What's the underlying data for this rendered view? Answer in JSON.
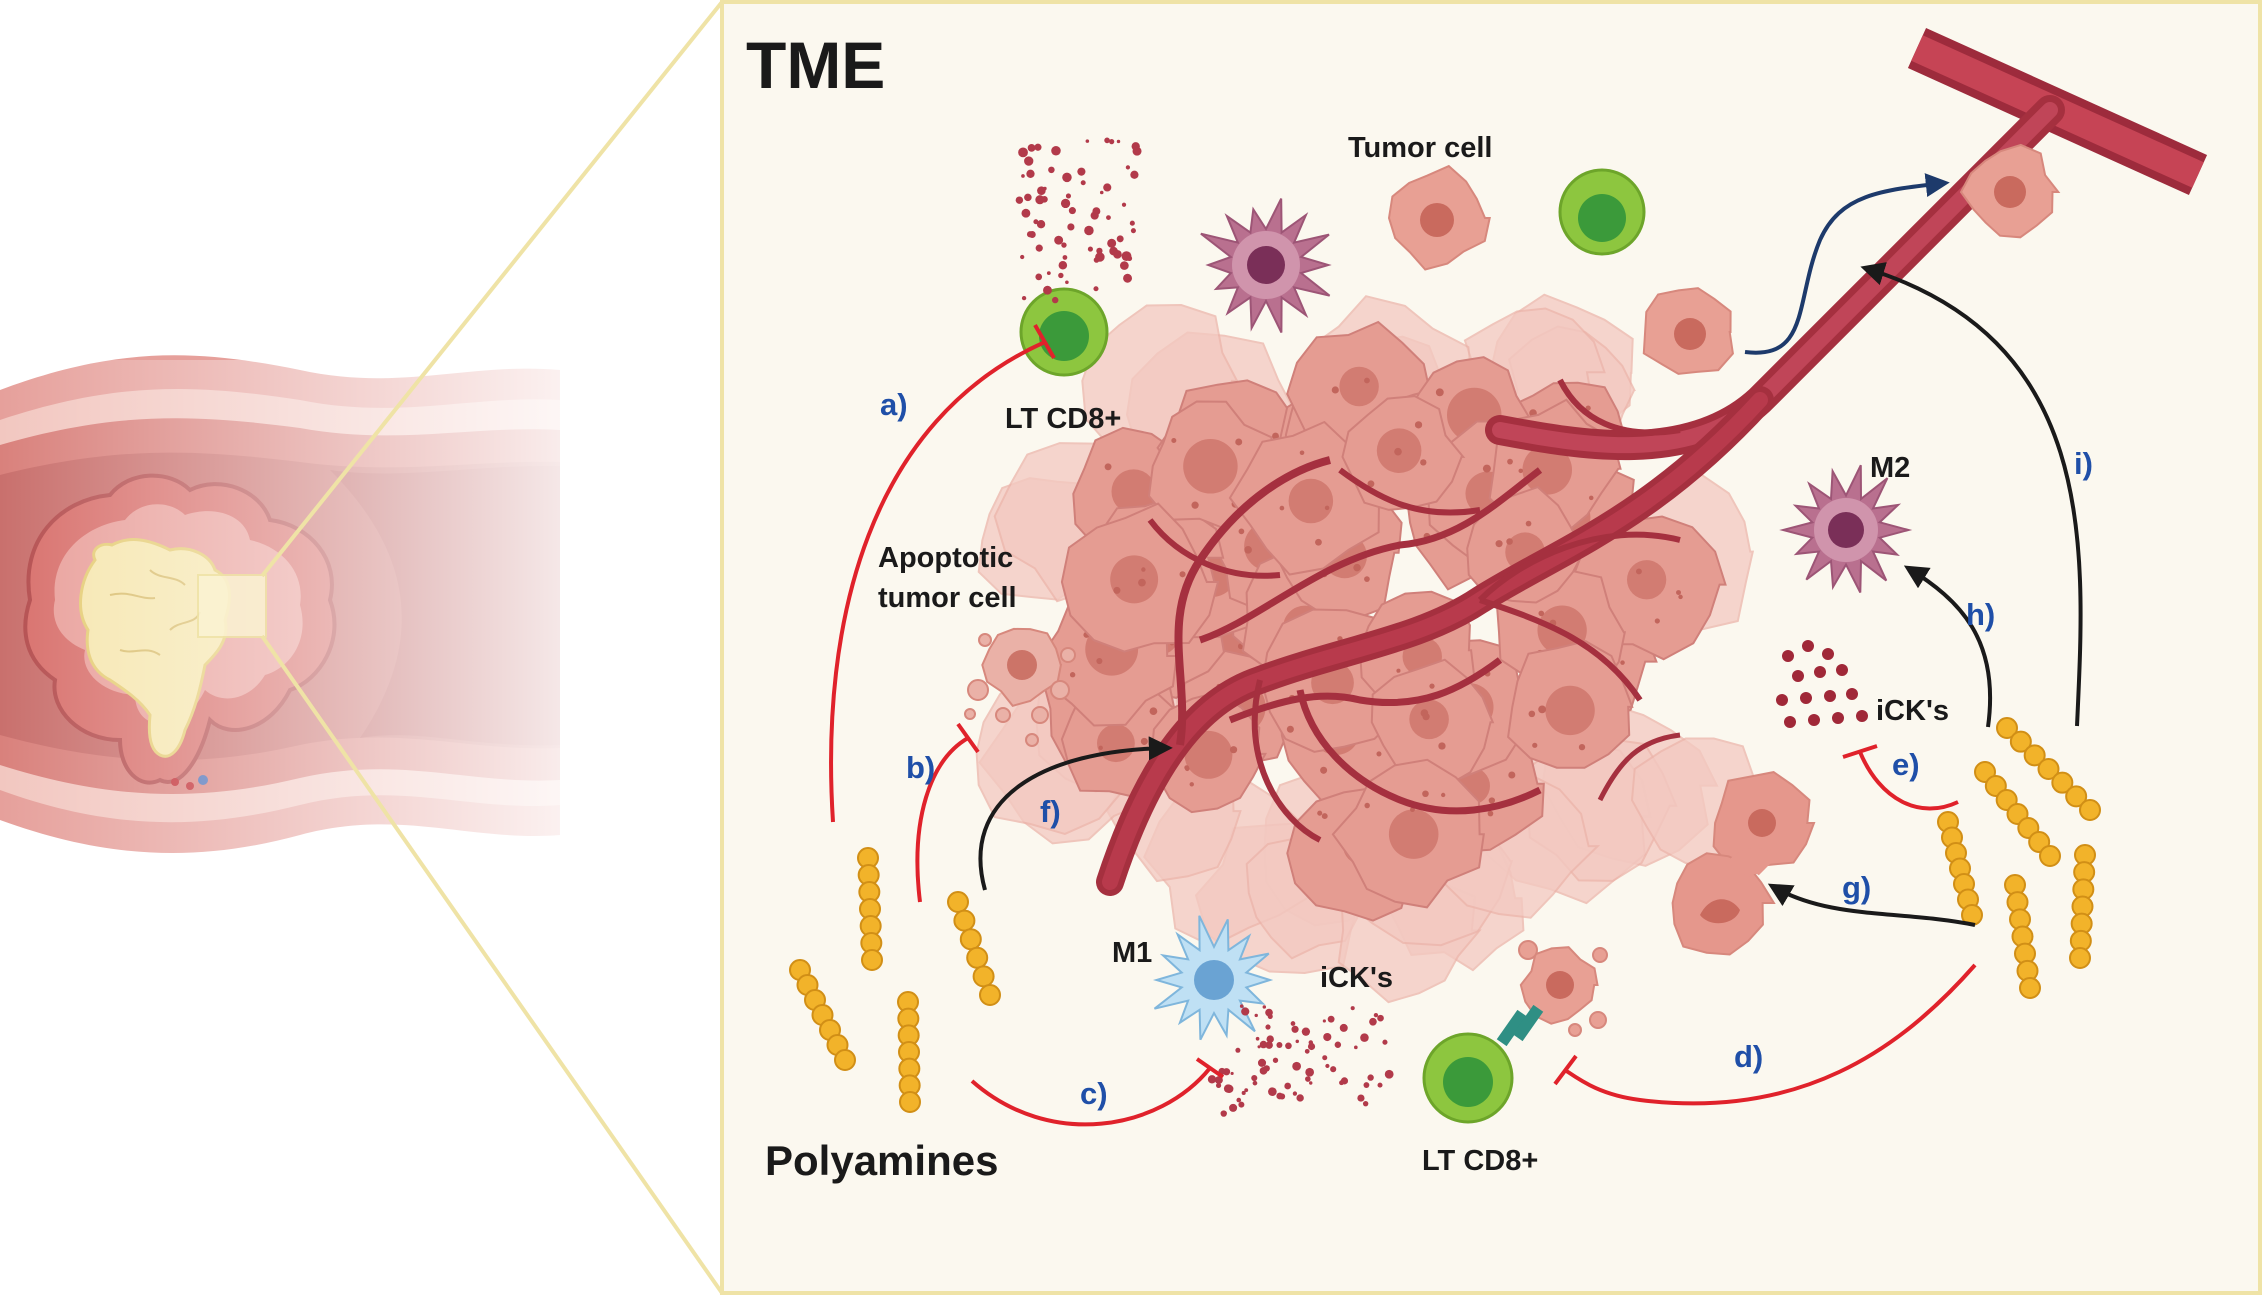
{
  "title": "TME",
  "labels": {
    "tumor_cell": "Tumor cell",
    "lt_cd8_top": "LT CD8+",
    "lt_cd8_bottom": "LT CD8+",
    "apoptotic_line1": "Apoptotic",
    "apoptotic_line2": "tumor cell",
    "m1": "M1",
    "m2": "M2",
    "ick_left": "iCK's",
    "ick_right": "iCK's",
    "polyamines": "Polyamines"
  },
  "steps": {
    "a": "a)",
    "b": "b)",
    "c": "c)",
    "d": "d)",
    "e": "e)",
    "f": "f)",
    "g": "g)",
    "h": "h)",
    "i": "i)"
  },
  "colors": {
    "panel_bg": "#fbf8ef",
    "panel_border": "#efe3a6",
    "inhibit_red": "#e0222b",
    "promote_black": "#1a1a1a",
    "vessel": "#b03048",
    "polyamine": "#f2b32a",
    "tumor": "#e59c92",
    "lymphocyte": "#7cc242",
    "m1_macrophage": "#a9d2ee",
    "m2_macrophage": "#b46a8c",
    "step_label": "#1f4fa8"
  }
}
